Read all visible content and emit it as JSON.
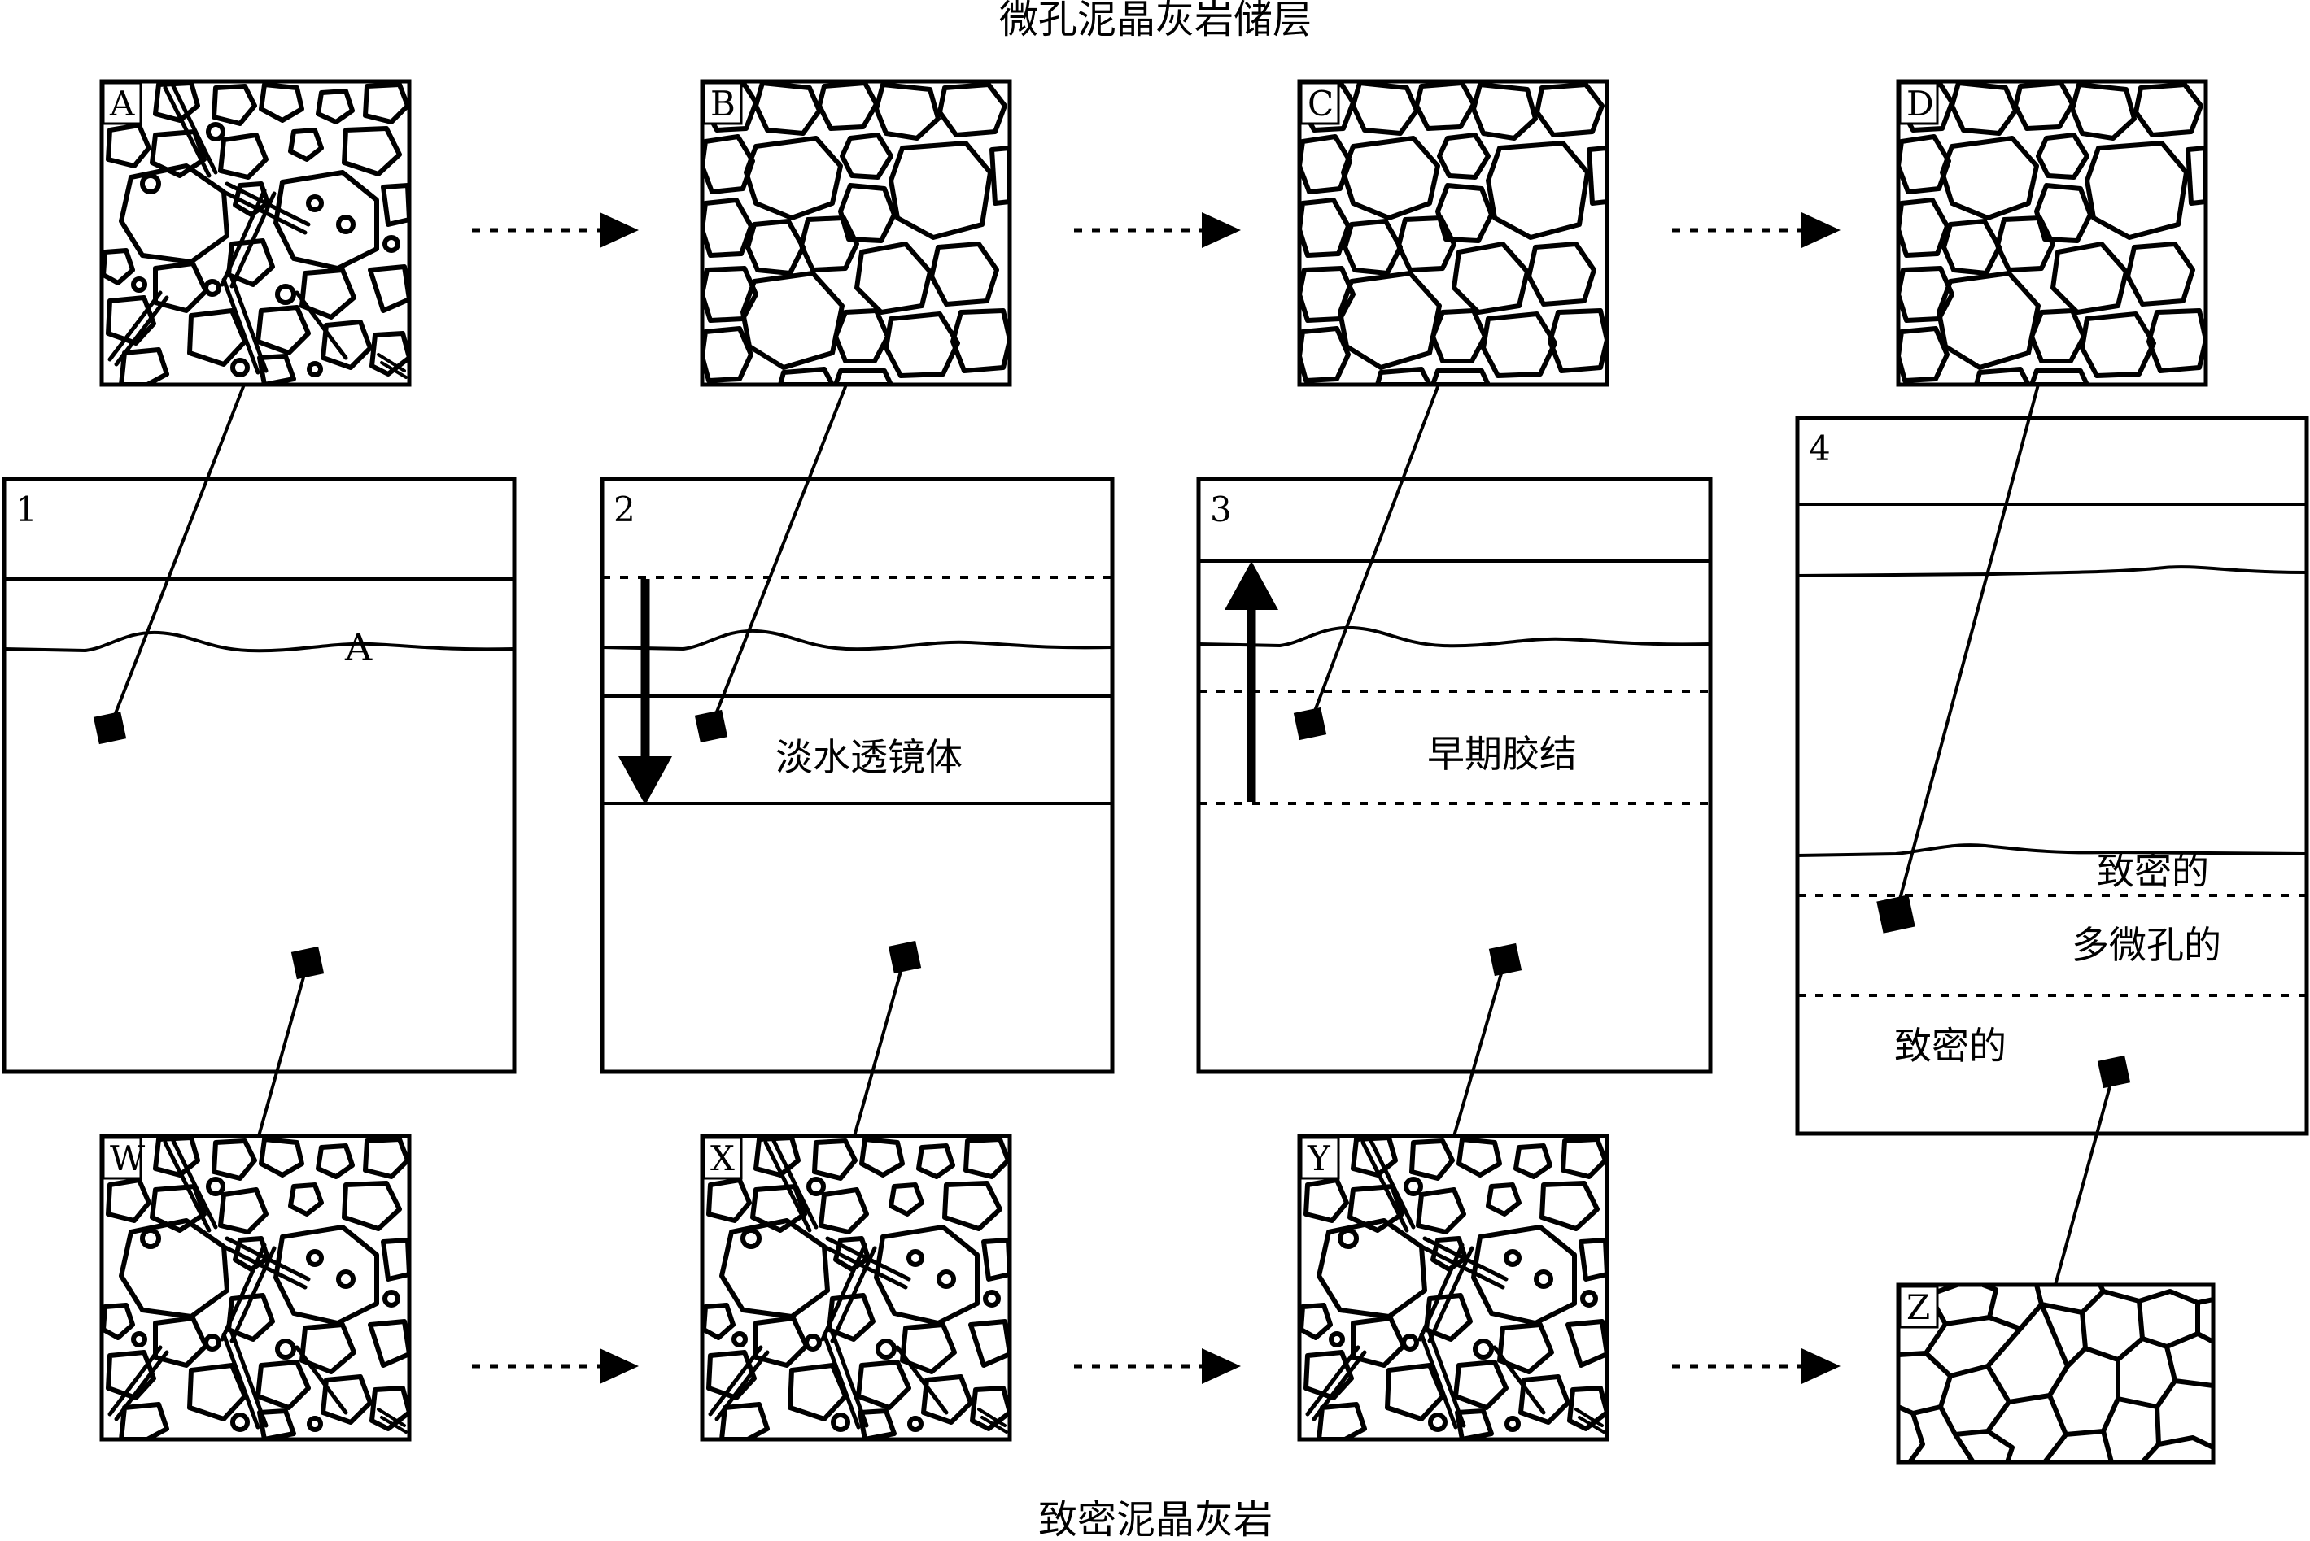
{
  "title_top": "微孔泥晶灰岩储层",
  "title_bottom": "致密泥晶灰岩",
  "top_samples": [
    {
      "label": "A",
      "texture": "mixed grains with needles"
    },
    {
      "label": "B",
      "texture": "rounded grains"
    },
    {
      "label": "C",
      "texture": "rounded grains"
    },
    {
      "label": "D",
      "texture": "rounded grains"
    }
  ],
  "bottom_samples": [
    {
      "label": "W",
      "texture": "mixed grains with needles"
    },
    {
      "label": "X",
      "texture": "mixed grains with needles"
    },
    {
      "label": "Y",
      "texture": "mixed grains with needles"
    },
    {
      "label": "Z",
      "texture": "tight interlocking mosaic"
    }
  ],
  "stages": [
    {
      "number": "1",
      "marker": "A"
    },
    {
      "number": "2",
      "zone_label": "淡水透镜体",
      "arrow": "down"
    },
    {
      "number": "3",
      "zone_label": "早期胶结",
      "arrow": "up"
    },
    {
      "number": "4",
      "zone_labels": [
        "致密的",
        "多微孔的",
        "致密的"
      ]
    }
  ],
  "flow": {
    "direction": "left-to-right",
    "arrow_style": "dotted"
  },
  "colors": {
    "ink": "#000000",
    "background": "#ffffff"
  }
}
